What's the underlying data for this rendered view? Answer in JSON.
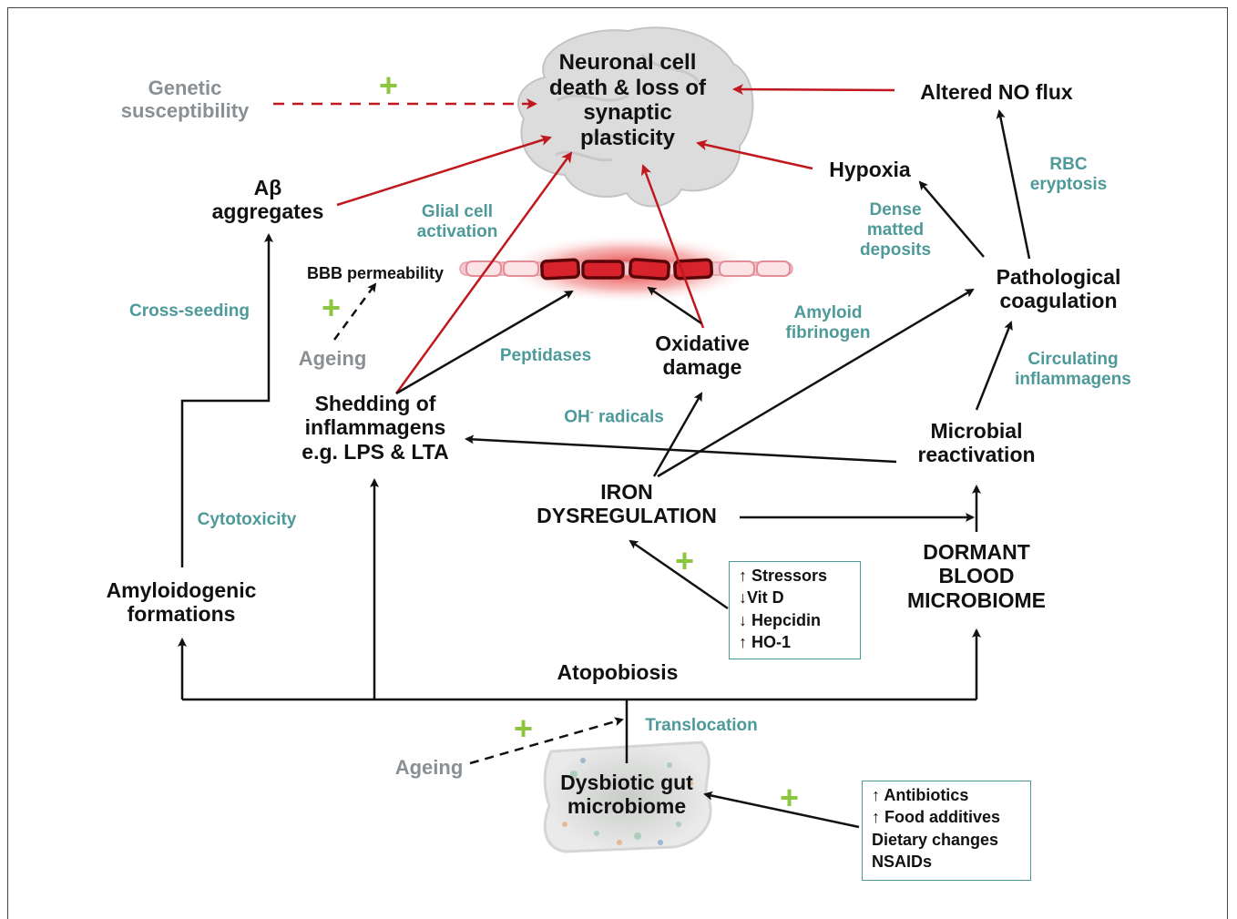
{
  "nodes": {
    "neuronal": [
      "Neuronal cell",
      "death & loss of",
      "synaptic",
      "plasticity"
    ],
    "altered_no": "Altered NO flux",
    "genetic": [
      "Genetic",
      "susceptibility"
    ],
    "abeta": [
      "Aβ",
      "aggregates"
    ],
    "hypoxia": "Hypoxia",
    "bbb": "BBB permeability",
    "pathological": [
      "Pathological",
      "coagulation"
    ],
    "oxidative": [
      "Oxidative",
      "damage"
    ],
    "shedding": [
      "Shedding of",
      "inflammagens",
      "e.g. LPS & LTA"
    ],
    "microbial": [
      "Microbial",
      "reactivation"
    ],
    "iron": [
      "IRON",
      "DYSREGULATION"
    ],
    "dormant": [
      "DORMANT",
      "BLOOD",
      "MICROBIOME"
    ],
    "amyloidogenic": [
      "Amyloidogenic",
      "formations"
    ],
    "atopobiosis": "Atopobiosis",
    "dysbiotic": [
      "Dysbiotic gut",
      "microbiome"
    ]
  },
  "labels": {
    "glial": [
      "Glial cell",
      "activation"
    ],
    "rbc": [
      "RBC",
      "eryptosis"
    ],
    "dense": [
      "Dense",
      "matted",
      "deposits"
    ],
    "cross_seeding": "Cross-seeding",
    "ageing_top": "Ageing",
    "peptidases": "Peptidases",
    "amyloid_fib": [
      "Amyloid",
      "fibrinogen"
    ],
    "circulating": [
      "Circulating",
      "inflammagens"
    ],
    "oh_radicals": "OH",
    "oh_radicals_sup": "-",
    "oh_radicals_rest": " radicals",
    "cytotoxicity": "Cytotoxicity",
    "translocation": "Translocation",
    "ageing_bottom": "Ageing"
  },
  "boxes": {
    "stressors": [
      "↑ Stressors",
      "↓Vit D",
      "↓ Hepcidin",
      "↑ HO-1"
    ],
    "antibiotics": [
      "↑ Antibiotics",
      "↑ Food additives",
      "Dietary changes",
      "NSAIDs"
    ]
  },
  "plus_sign": "+",
  "colors": {
    "node_text": "#111111",
    "mechanism_teal": "#4e9a9a",
    "risk_gray": "#8a8f94",
    "plus_green": "#8cc63f",
    "damage_arrow_red": "#c0181e",
    "brain_gray": "#dcdcdc",
    "vessel_red": "#b01018"
  },
  "icons": [
    "brain-illustration",
    "blood-vessel-illustration",
    "gut-illustration"
  ]
}
